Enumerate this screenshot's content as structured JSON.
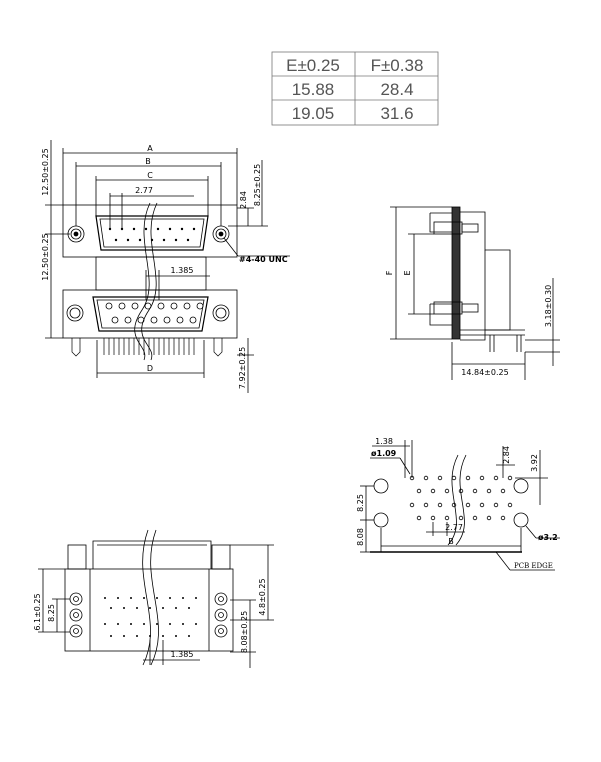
{
  "table": {
    "headers": [
      "E±0.25",
      "F±0.38"
    ],
    "rows": [
      [
        "15.88",
        "28.4"
      ],
      [
        "19.05",
        "31.6"
      ]
    ]
  },
  "front_view": {
    "A": "A",
    "B": "B",
    "C": "C",
    "D": "D",
    "pitch_top": "2.77",
    "pitch_mid": "1.385",
    "h_top": "12.50±0.25",
    "h_left": "12.50±0.25",
    "d_284": "2.84",
    "d_825": "8.25±0.25",
    "thread": "#4-40 UNC",
    "d_792": "7.92±0.25"
  },
  "side_view": {
    "F": "F",
    "E": "E",
    "d_318": "3.18±0.30",
    "d_1484": "14.84±0.25"
  },
  "pcb_view": {
    "d_138": "1.38",
    "d_109": "ø1.09",
    "d_284": "2.84",
    "d_392": "3.92",
    "d_825": "8.25",
    "d_808": "8.08",
    "d_277": "2.77",
    "B": "B",
    "d_32": "ø3.2",
    "pcb_edge": "PCB EDGE"
  },
  "rear_view": {
    "d_61": "6.1±0.25",
    "d_825": "8.25",
    "d_48": "4.8±0.25",
    "d_808": "8.08±0.25",
    "d_1385": "1.385"
  }
}
